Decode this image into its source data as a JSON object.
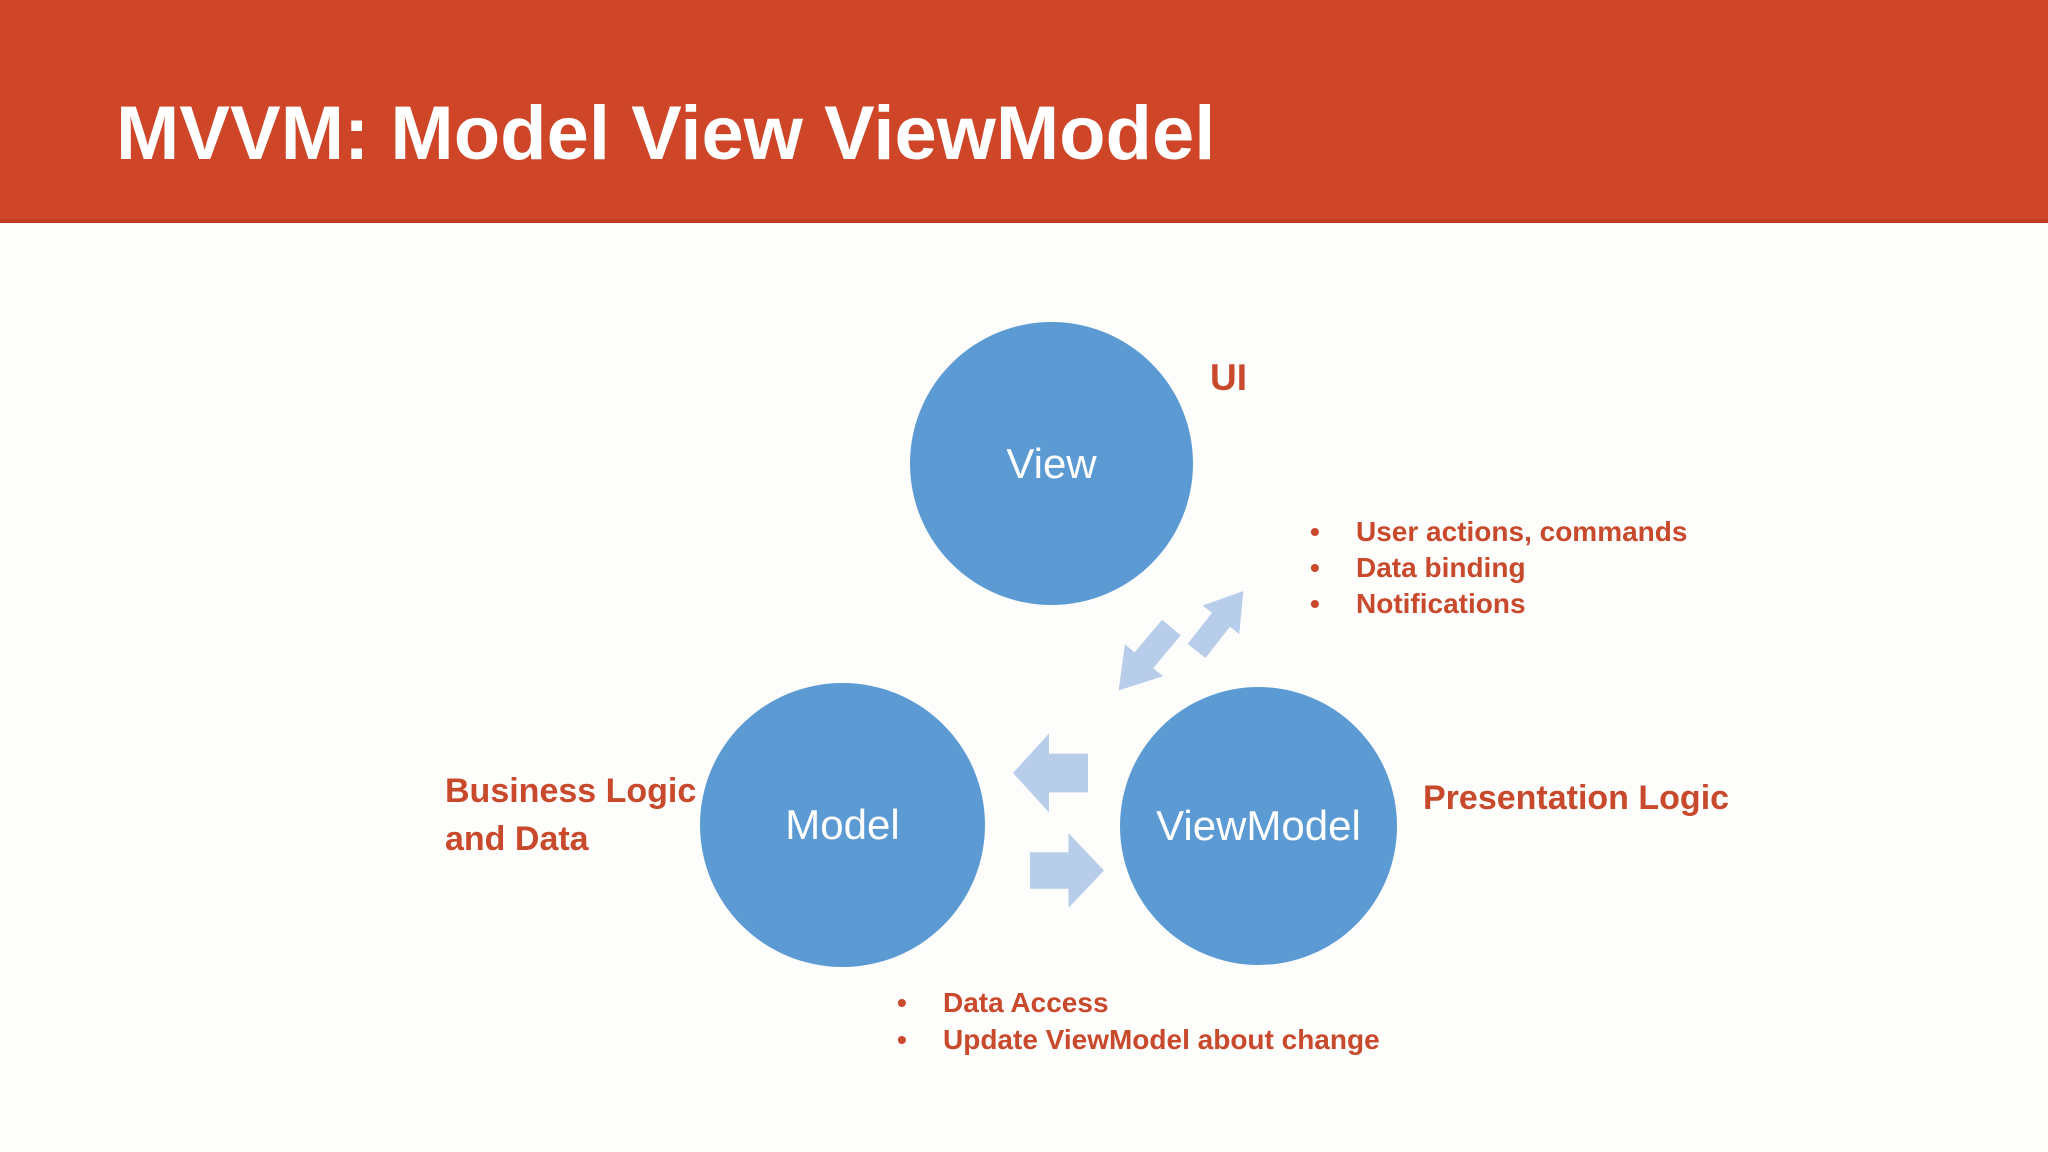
{
  "slide": {
    "title": "MVVM: Model View ViewModel"
  },
  "colors": {
    "header_bg": "#ce4527",
    "header_border": "#c03c1f",
    "accent_text": "#c8492b",
    "node_fill": "#5b9ad3",
    "node_text": "#ffffff",
    "arrow_fill": "#b7cdea",
    "background": "#fdfdfc"
  },
  "diagram": {
    "nodes": {
      "view": {
        "label": "View",
        "annotation": "UI"
      },
      "model": {
        "label": "Model",
        "annotation": "Business Logic and Data"
      },
      "viewmodel": {
        "label": "ViewModel",
        "annotation": "Presentation Logic"
      }
    },
    "view_viewmodel_notes": [
      "User actions, commands",
      "Data binding",
      "Notifications"
    ],
    "model_viewmodel_notes": [
      "Data Access",
      "Update ViewModel about change"
    ],
    "arrows": {
      "view_viewmodel": [
        "up-right-block-arrow",
        "down-left-block-arrow"
      ],
      "model_viewmodel": [
        "left-block-arrow",
        "right-block-arrow"
      ]
    }
  }
}
